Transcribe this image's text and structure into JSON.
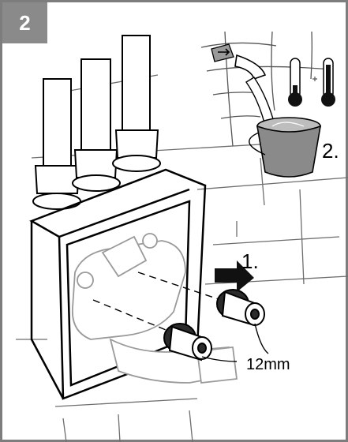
{
  "step_number": "2",
  "callouts": {
    "push_step": "1.",
    "rinse_step": "2.",
    "plug_size": "12mm"
  },
  "icons": [
    "water-inlet-icon",
    "cold-thermometer-icon",
    "hot-thermometer-icon",
    "bucket-icon",
    "insert-arrow-icon"
  ],
  "colors": {
    "frame": "#7d7d7d",
    "badge": "#8a8a8a",
    "bucket": "#7f7f7f",
    "tile_lines": "#6e6e6e"
  }
}
